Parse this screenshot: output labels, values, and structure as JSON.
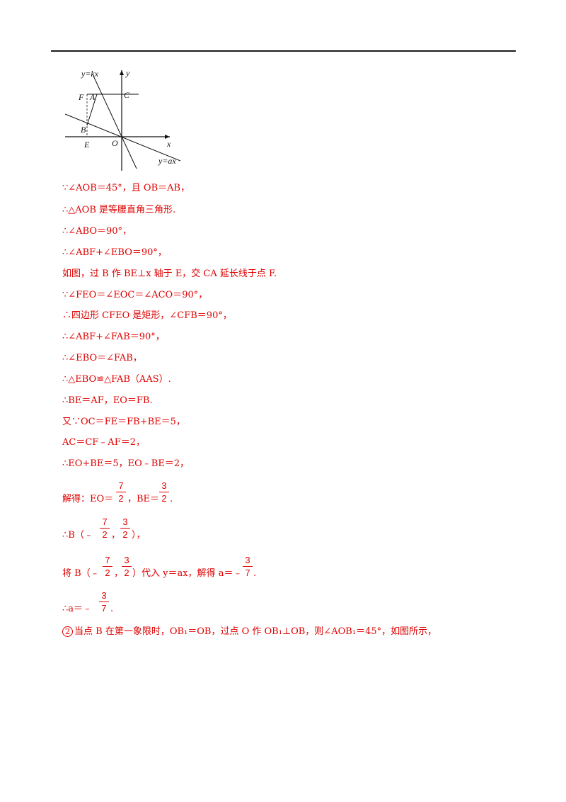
{
  "figure": {
    "label_ykx": "y=kx",
    "label_y": "y",
    "label_F": "F",
    "label_A": "A",
    "label_C": "C",
    "label_B": "B",
    "label_E": "E",
    "label_O": "O",
    "label_x": "x",
    "label_yax": "y=ax"
  },
  "lines": [
    "∵∠AOB＝45°，且 OB＝AB，",
    "∴△AOB 是等腰直角三角形.",
    "∴∠ABO＝90°，",
    "∴∠ABF+∠EBO＝90°，",
    "如图，过 B 作 BE⊥x 轴于 E，交 CA 延长线于点 F.",
    "∵∠FEO＝∠EOC＝∠ACO＝90°，",
    "∴四边形 CFEO 是矩形，∠CFB＝90°，",
    "∴∠ABF+∠FAB＝90°，",
    "∴∠EBO＝∠FAB，",
    "∴△EBO≌△FAB（AAS）.",
    "∴BE＝AF，EO＝FB.",
    "又∵OC＝FE＝FB+BE＝5，",
    "AC＝CF﹣AF＝2，",
    "∴EO+BE＝5，EO﹣BE＝2，"
  ],
  "solve": {
    "prefix": "解得：EO＝",
    "f1_num": "7",
    "f1_den": "2",
    "mid": "，BE＝",
    "f2_num": "3",
    "f2_den": "2",
    "end": "."
  },
  "pointB": {
    "prefix": "∴B（﹣",
    "f1_num": "7",
    "f1_den": "2",
    "comma": "，",
    "f2_num": "3",
    "f2_den": "2",
    "end": "），"
  },
  "substitute": {
    "prefix": "将 B（﹣",
    "f1_num": "7",
    "f1_den": "2",
    "comma": "，",
    "f2_num": "3",
    "f2_den": "2",
    "mid": "）代入 y＝ax，解得 a＝﹣",
    "f3_num": "3",
    "f3_den": "7",
    "end": "."
  },
  "result": {
    "prefix": "∴a＝﹣",
    "f_num": "3",
    "f_den": "7",
    "end": "."
  },
  "case2": {
    "circled": "2",
    "text": "当点 B 在第一象限时，OB₁＝OB，过点 O 作 OB₁⊥OB，则∠AOB₁＝45°，如图所示，"
  }
}
